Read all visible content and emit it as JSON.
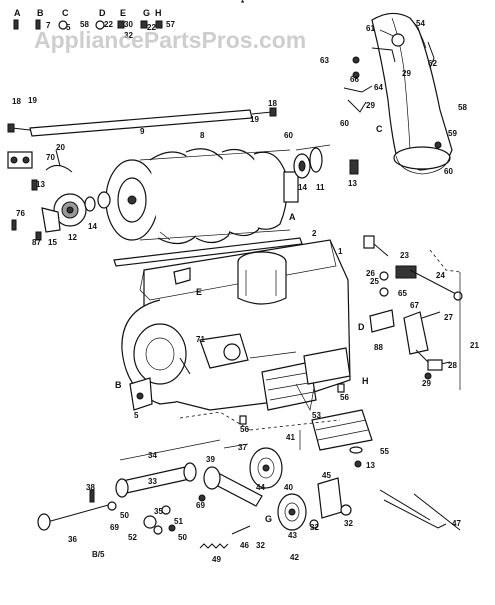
{
  "watermark": "AppliancePartsPros.com",
  "corner_mark": "*",
  "figure_code": "B/5",
  "fastener_key": {
    "letters": [
      "A",
      "B",
      "C",
      "D",
      "E",
      "G",
      "H"
    ],
    "numbers": [
      "7",
      "5",
      "58",
      "22",
      "30",
      "22",
      "57",
      "32"
    ]
  },
  "part_numbers": {
    "p1": "1",
    "p2": "2",
    "p5": "5",
    "p8": "8",
    "p9": "9",
    "p11": "11",
    "p12": "12",
    "p13a": "13",
    "p13b": "13",
    "p13c": "13",
    "p14a": "14",
    "p14b": "14",
    "p15": "15",
    "p18a": "18",
    "p18b": "18",
    "p19a": "19",
    "p19b": "19",
    "p20": "20",
    "p21": "21",
    "p23": "23",
    "p24": "24",
    "p25": "25",
    "p26": "26",
    "p27": "27",
    "p28": "28",
    "p29a": "29",
    "p29b": "29",
    "p29c": "29",
    "p32a": "32",
    "p32b": "32",
    "p32c": "32",
    "p33": "33",
    "p34": "34",
    "p35": "35",
    "p36": "36",
    "p37": "37",
    "p38": "38",
    "p39": "39",
    "p40": "40",
    "p41": "41",
    "p42": "42",
    "p43": "43",
    "p44": "44",
    "p45": "45",
    "p46": "46",
    "p47": "47",
    "p49": "49",
    "p50a": "50",
    "p50b": "50",
    "p51": "51",
    "p52": "52",
    "p53": "53",
    "p54": "54",
    "p55": "55",
    "p56a": "56",
    "p56b": "56",
    "p58": "58",
    "p59": "59",
    "p60a": "60",
    "p60b": "60",
    "p60c": "60",
    "p61": "61",
    "p62": "62",
    "p63": "63",
    "p64": "64",
    "p65": "65",
    "p66": "66",
    "p67": "67",
    "p69a": "69",
    "p69b": "69",
    "p70": "70",
    "p71": "71",
    "p76": "76",
    "p87": "87",
    "p88": "88"
  },
  "callout_letters": {
    "a": "A",
    "b": "B",
    "c": "C",
    "d": "D",
    "e": "E",
    "g": "G",
    "h": "H"
  }
}
